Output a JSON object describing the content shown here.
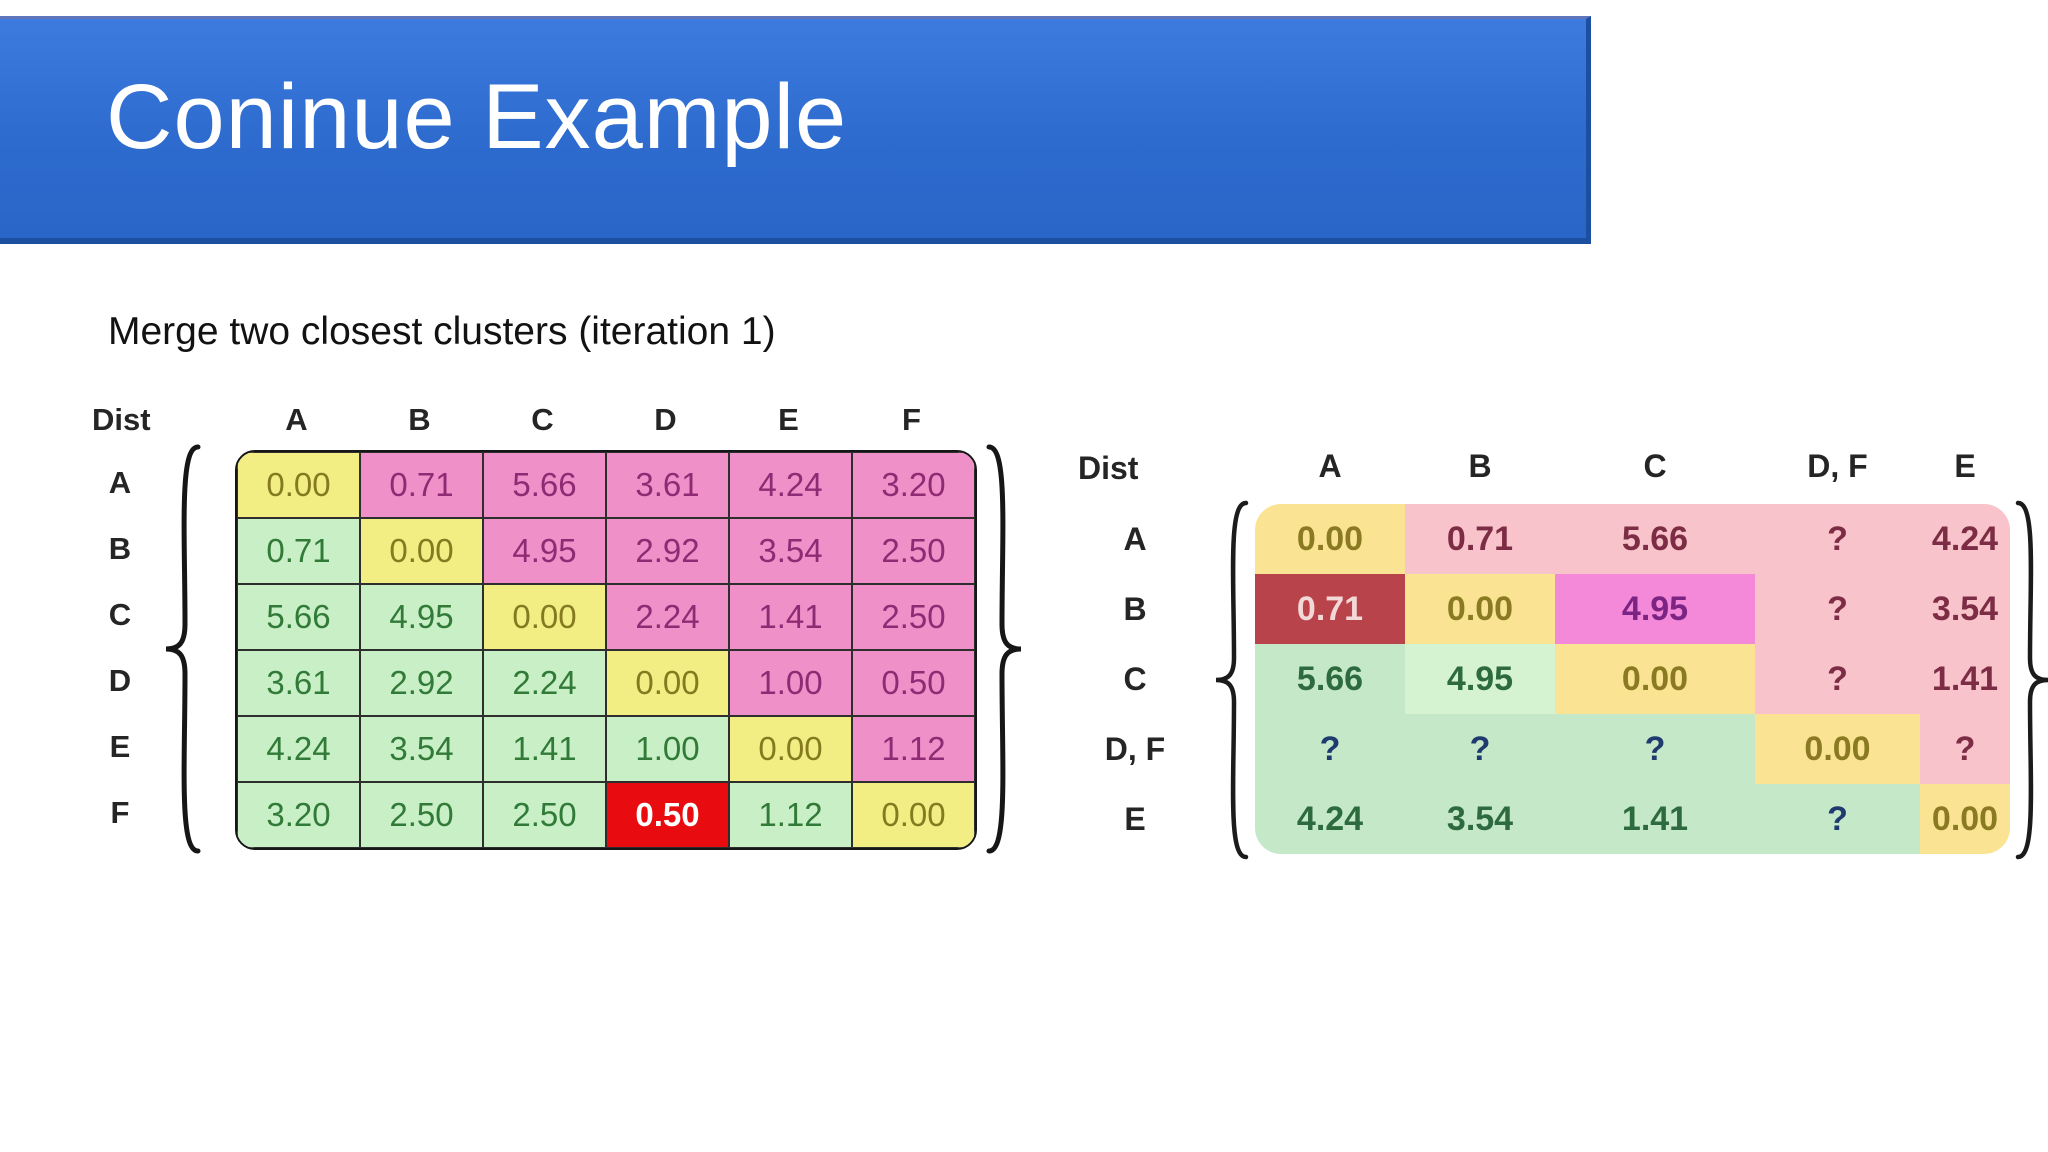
{
  "slide": {
    "title": "Coninue Example",
    "subtitle": "Merge two closest clusters (iteration 1)",
    "banner_color": "#2d6bce",
    "banner_edge_color": "#1d4fa0",
    "background_color": "#ffffff",
    "title_color": "#ffffff"
  },
  "palette": {
    "left_diag": {
      "bg": "#f2ee83",
      "fg": "#857a1f"
    },
    "left_pink": {
      "bg": "#ef91c8",
      "fg": "#8e2b74"
    },
    "left_green": {
      "bg": "#c8efc6",
      "fg": "#317a38"
    },
    "left_red": {
      "bg": "#e80c11",
      "fg": "#ffffff",
      "bold": true
    },
    "right_diag": {
      "bg": "#fae493",
      "fg": "#8a7b22"
    },
    "right_pink": {
      "bg": "#f8c3ca",
      "fg": "#7c2c44"
    },
    "right_green": {
      "bg": "#c5e9c8",
      "fg": "#2d6b3e"
    },
    "right_greenq": {
      "bg": "#c5e9c8",
      "fg": "#1f3a6e"
    },
    "right_darkred": {
      "bg": "#b9434a",
      "fg": "#f3d8d8"
    },
    "right_magenta": {
      "bg": "#f489d9",
      "fg": "#7c2483"
    },
    "right_lightgreen": {
      "bg": "#d6f3d1",
      "fg": "#2d6b3e"
    }
  },
  "left_matrix": {
    "corner_label": "Dist",
    "col_headers": [
      "A",
      "B",
      "C",
      "D",
      "E",
      "F"
    ],
    "row_labels": [
      "A",
      "B",
      "C",
      "D",
      "E",
      "F"
    ],
    "rows": [
      [
        {
          "v": "0.00",
          "s": "left_diag"
        },
        {
          "v": "0.71",
          "s": "left_pink"
        },
        {
          "v": "5.66",
          "s": "left_pink"
        },
        {
          "v": "3.61",
          "s": "left_pink"
        },
        {
          "v": "4.24",
          "s": "left_pink"
        },
        {
          "v": "3.20",
          "s": "left_pink"
        }
      ],
      [
        {
          "v": "0.71",
          "s": "left_green"
        },
        {
          "v": "0.00",
          "s": "left_diag"
        },
        {
          "v": "4.95",
          "s": "left_pink"
        },
        {
          "v": "2.92",
          "s": "left_pink"
        },
        {
          "v": "3.54",
          "s": "left_pink"
        },
        {
          "v": "2.50",
          "s": "left_pink"
        }
      ],
      [
        {
          "v": "5.66",
          "s": "left_green"
        },
        {
          "v": "4.95",
          "s": "left_green"
        },
        {
          "v": "0.00",
          "s": "left_diag"
        },
        {
          "v": "2.24",
          "s": "left_pink"
        },
        {
          "v": "1.41",
          "s": "left_pink"
        },
        {
          "v": "2.50",
          "s": "left_pink"
        }
      ],
      [
        {
          "v": "3.61",
          "s": "left_green"
        },
        {
          "v": "2.92",
          "s": "left_green"
        },
        {
          "v": "2.24",
          "s": "left_green"
        },
        {
          "v": "0.00",
          "s": "left_diag"
        },
        {
          "v": "1.00",
          "s": "left_pink"
        },
        {
          "v": "0.50",
          "s": "left_pink"
        }
      ],
      [
        {
          "v": "4.24",
          "s": "left_green"
        },
        {
          "v": "3.54",
          "s": "left_green"
        },
        {
          "v": "1.41",
          "s": "left_green"
        },
        {
          "v": "1.00",
          "s": "left_green"
        },
        {
          "v": "0.00",
          "s": "left_diag"
        },
        {
          "v": "1.12",
          "s": "left_pink"
        }
      ],
      [
        {
          "v": "3.20",
          "s": "left_green"
        },
        {
          "v": "2.50",
          "s": "left_green"
        },
        {
          "v": "2.50",
          "s": "left_green"
        },
        {
          "v": "0.50",
          "s": "left_red"
        },
        {
          "v": "1.12",
          "s": "left_green"
        },
        {
          "v": "0.00",
          "s": "left_diag"
        }
      ]
    ]
  },
  "right_matrix": {
    "corner_label": "Dist",
    "col_headers": [
      "A",
      "B",
      "C",
      "D, F",
      "E"
    ],
    "row_labels": [
      "A",
      "B",
      "C",
      "D, F",
      "E"
    ],
    "rows": [
      [
        {
          "v": "0.00",
          "s": "right_diag"
        },
        {
          "v": "0.71",
          "s": "right_pink"
        },
        {
          "v": "5.66",
          "s": "right_pink"
        },
        {
          "v": "?",
          "s": "right_pink"
        },
        {
          "v": "4.24",
          "s": "right_pink"
        }
      ],
      [
        {
          "v": "0.71",
          "s": "right_darkred"
        },
        {
          "v": "0.00",
          "s": "right_diag"
        },
        {
          "v": "4.95",
          "s": "right_magenta"
        },
        {
          "v": "?",
          "s": "right_pink"
        },
        {
          "v": "3.54",
          "s": "right_pink"
        }
      ],
      [
        {
          "v": "5.66",
          "s": "right_green"
        },
        {
          "v": "4.95",
          "s": "right_lightgreen"
        },
        {
          "v": "0.00",
          "s": "right_diag"
        },
        {
          "v": "?",
          "s": "right_pink"
        },
        {
          "v": "1.41",
          "s": "right_pink"
        }
      ],
      [
        {
          "v": "?",
          "s": "right_greenq"
        },
        {
          "v": "?",
          "s": "right_greenq"
        },
        {
          "v": "?",
          "s": "right_greenq"
        },
        {
          "v": "0.00",
          "s": "right_diag"
        },
        {
          "v": "?",
          "s": "right_pink"
        }
      ],
      [
        {
          "v": "4.24",
          "s": "right_green"
        },
        {
          "v": "3.54",
          "s": "right_green"
        },
        {
          "v": "1.41",
          "s": "right_green"
        },
        {
          "v": "?",
          "s": "right_greenq"
        },
        {
          "v": "0.00",
          "s": "right_diag"
        }
      ]
    ]
  }
}
